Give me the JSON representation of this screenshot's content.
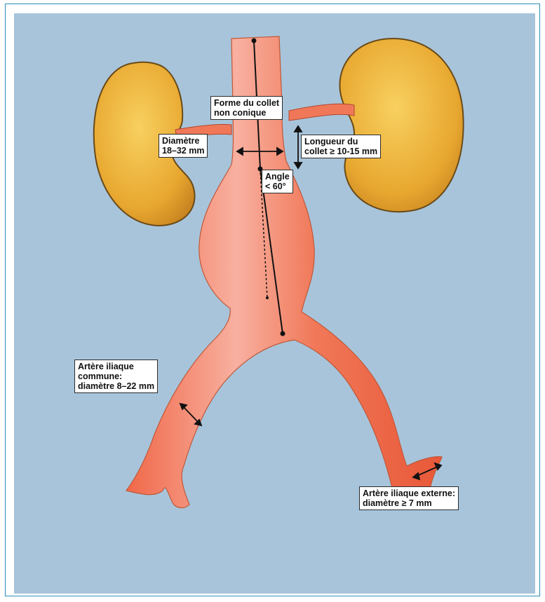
{
  "colors": {
    "background": "#a8c4da",
    "frame_border": "#2a8fb5",
    "aorta": "#f07858",
    "aorta_highlight": "#f8b8a8",
    "kidney": "#e8a830",
    "kidney_highlight": "#f8d060",
    "kidney_edge": "#6a4a18"
  },
  "labels": {
    "neck_shape": "Forme du collet\nnon conique",
    "diameter": "Diamètre\n18–32 mm",
    "neck_length": "Longueur du\ncollet ≥ 10-15 mm",
    "angle": "Angle\n< 60°",
    "common_iliac": "Artère iliaque\ncommune:\ndiamètre 8–22 mm",
    "external_iliac": "Artère iliaque externe:\ndiamètre ≥ 7 mm"
  }
}
